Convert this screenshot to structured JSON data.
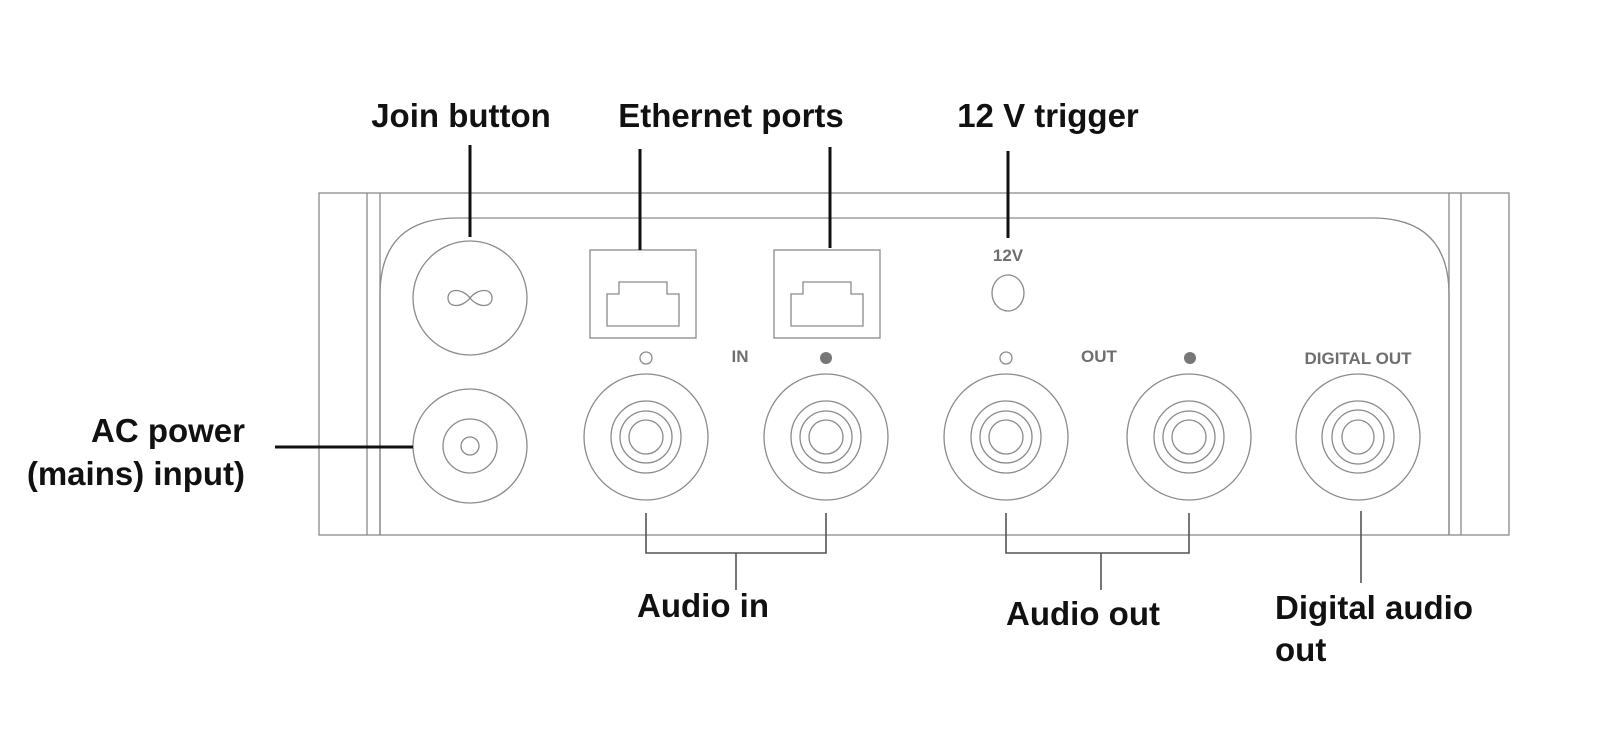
{
  "diagram": {
    "subject": "Device rear panel connector diagram",
    "callouts": {
      "join_button": "Join button",
      "ethernet_ports": "Ethernet ports",
      "trigger_12v": "12 V trigger",
      "ac_power_line1": "AC power",
      "ac_power_line2": "(mains) input)",
      "audio_in": "Audio in",
      "audio_out": "Audio out",
      "digital_audio_out_line1": "Digital audio",
      "digital_audio_out_line2": "out"
    },
    "panel_labels": {
      "trigger": "12V",
      "in": "IN",
      "out": "OUT",
      "digital_out": "DIGITAL OUT"
    },
    "icons": {
      "join_button": "infinity-icon",
      "ethernet": "rj45-port-icon",
      "rca": "rca-jack-icon",
      "left_channel": "hollow-dot-icon",
      "right_channel": "filled-dot-icon"
    },
    "colors": {
      "line_art": "#8a8a8a",
      "panel_text": "#6e6e6e",
      "callout_text": "#111111",
      "background": "#ffffff"
    }
  }
}
